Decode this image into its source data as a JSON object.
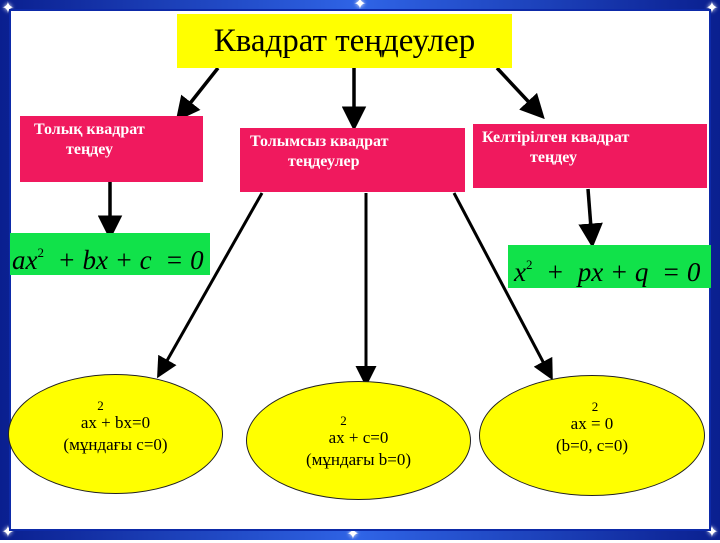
{
  "title": "Квадрат теңдеулер",
  "categories": {
    "full": [
      "Толық квадрат",
      "теңдеу"
    ],
    "incomplete": [
      "Толымсыз квадрат",
      "теңдеулер"
    ],
    "reduced": [
      "Келтірілген квадрат",
      "теңдеу"
    ]
  },
  "formulas": {
    "full": {
      "a": "ax",
      "exp": "2",
      "b": "  + bx + c  = 0"
    },
    "reduced": {
      "a": "x",
      "exp": "2",
      "b": "  +  px + q  = 0"
    }
  },
  "cases": [
    {
      "exp": "2",
      "equation": "ax + bx=0",
      "condition": "(мұндағы c=0)"
    },
    {
      "exp": "2",
      "equation": "ax + c=0",
      "condition": "(мұндағы b=0)"
    },
    {
      "exp": "2",
      "equation": "ax = 0",
      "condition": "(b=0, c=0)"
    }
  ],
  "colors": {
    "title_bg": "#ffff00",
    "category_bg": "#f0195e",
    "formula_bg": "#11e24a",
    "case_bg": "#ffff00",
    "frame": "#0d2aa8"
  }
}
